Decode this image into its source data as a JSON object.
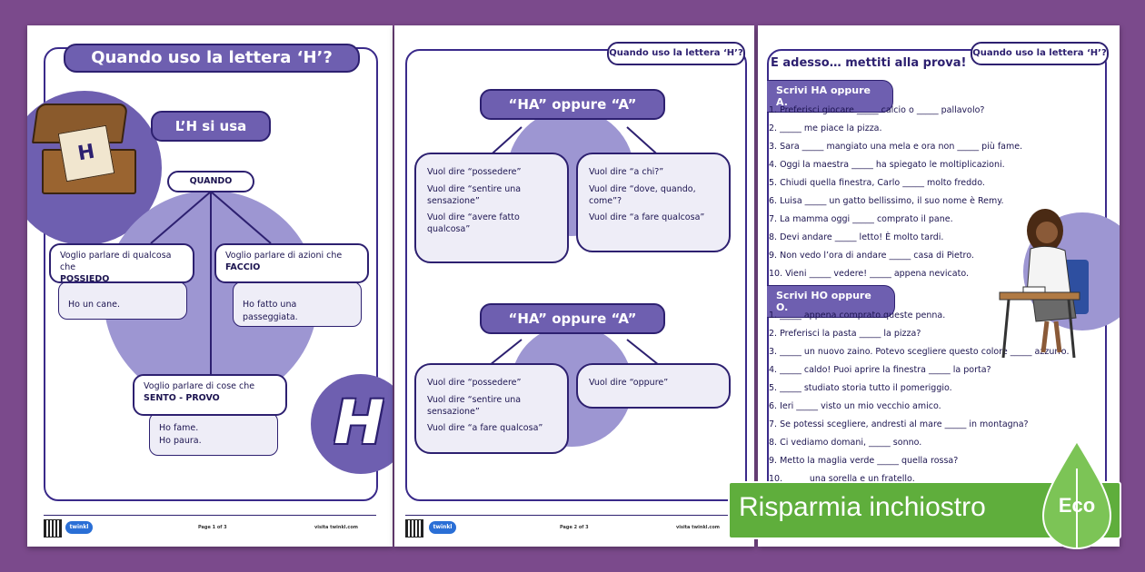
{
  "page1": {
    "title": "Quando uso la lettera ‘H’?",
    "subtitle": "L’H si usa",
    "quando": "QUANDO",
    "chest_letter": "H",
    "big_letter": "H",
    "box1": {
      "line": "Voglio parlare di qualcosa che",
      "key": "POSSIEDO",
      "example": "Ho un cane."
    },
    "box2": {
      "line": "Voglio parlare di azioni che",
      "key": "FACCIO",
      "example": "Ho fatto una passeggiata."
    },
    "box3": {
      "line": "Voglio parlare di cose che",
      "key": "SENTO - PROVO",
      "example1": "Ho fame.",
      "example2": "Ho paura."
    },
    "footer": {
      "page": "Page 1 of 3",
      "site": "visita twinkl.com",
      "brand": "twinkl"
    }
  },
  "page2": {
    "tab": "Quando uso la lettera ‘H’?",
    "section1": {
      "title": "“HA” oppure “A”",
      "left": [
        "Vuol dire “possedere”",
        "Vuol dire “sentire una sensazione”",
        "Vuol dire “avere fatto qualcosa”"
      ],
      "right": [
        "Vuol dire “a chi?”",
        "Vuol dire “dove, quando, come”?",
        "Vuol dire “a fare qualcosa”"
      ]
    },
    "section2": {
      "title": "“HA” oppure “A”",
      "left": [
        "Vuol dire “possedere”",
        "Vuol dire “sentire una sensazione”",
        "Vuol dire “a fare qualcosa”"
      ],
      "right": [
        "Vuol dire “oppure”"
      ]
    },
    "footer": {
      "page": "Page 2 of 3",
      "site": "visita twinkl.com",
      "brand": "twinkl"
    }
  },
  "page3": {
    "tab": "Quando uso la lettera ‘H’?",
    "heading": "E adesso… mettiti alla prova!",
    "part1": {
      "title": "Scrivi HA oppure A.",
      "items": [
        "1.  Preferisci giocare _____ calcio o _____ pallavolo?",
        "2.  _____ me piace la pizza.",
        "3.  Sara _____ mangiato una mela e ora non _____ più fame.",
        "4.  Oggi la maestra _____ ha spiegato le moltiplicazioni.",
        "5.  Chiudi quella finestra, Carlo _____ molto freddo.",
        "6.  Luisa _____ un gatto bellissimo, il suo nome è Remy.",
        "7.  La mamma oggi _____ comprato il pane.",
        "8.  Devi andare _____ letto! È molto tardi.",
        "9.  Non vedo l’ora di andare _____ casa di Pietro.",
        "10.  Vieni _____ vedere! _____ appena nevicato."
      ]
    },
    "part2": {
      "title": "Scrivi HO oppure O.",
      "items": [
        "1.  _____ appena comprato queste penna.",
        "2.  Preferisci la pasta _____ la pizza?",
        "3.  _____ un nuovo zaino. Potevo scegliere questo colore _____ azzurro.",
        "4.  _____ caldo! Puoi aprire la finestra _____ la porta?",
        "5.  _____ studiato storia tutto il pomeriggio.",
        "6.  Ieri _____ visto un mio vecchio amico.",
        "7.  Se potessi scegliere, andresti al mare _____ in montagna?",
        "8.  Ci vediamo domani, _____ sonno.",
        "9.  Metto la maglia verde _____ quella rossa?",
        "10.  _____ una sorella e un fratello."
      ]
    }
  },
  "eco_banner": {
    "label": "Risparmia inchiostro",
    "badge": "Eco"
  },
  "colors": {
    "background": "#7b4a8c",
    "accent": "#6e5fb0",
    "navy": "#2d2070",
    "eco_green": "#5fae3c"
  }
}
